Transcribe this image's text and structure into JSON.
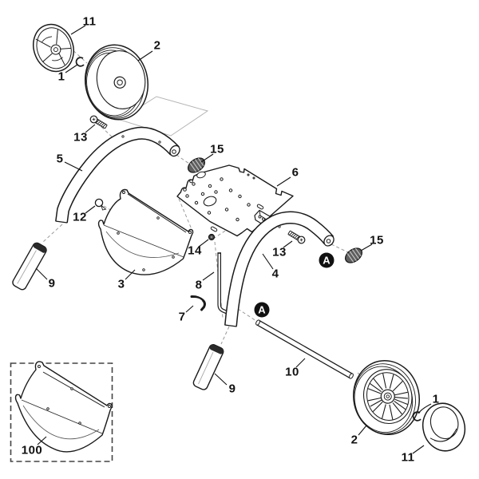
{
  "diagram": {
    "type": "exploded-parts-diagram",
    "colors": {
      "line": "#1a1a1a",
      "dashed_guide": "#9a9a9a",
      "spacer_fill": "#5f5f5f",
      "grip_band_fill": "#2a2a2a",
      "marker_bg": "#111111",
      "variant_box": "#444444",
      "background": "#ffffff"
    },
    "markers": [
      {
        "id": "marker-a-1",
        "text": "A"
      },
      {
        "id": "marker-a-2",
        "text": "A"
      }
    ],
    "callouts": [
      {
        "id": "11-top",
        "text": "11"
      },
      {
        "id": "1-top",
        "text": "1"
      },
      {
        "id": "2-top",
        "text": "2"
      },
      {
        "id": "13-top",
        "text": "13"
      },
      {
        "id": "15-top",
        "text": "15"
      },
      {
        "id": "5",
        "text": "5"
      },
      {
        "id": "6",
        "text": "6"
      },
      {
        "id": "12",
        "text": "12"
      },
      {
        "id": "14",
        "text": "14"
      },
      {
        "id": "9-left",
        "text": "9"
      },
      {
        "id": "3",
        "text": "3"
      },
      {
        "id": "8",
        "text": "8"
      },
      {
        "id": "13-right",
        "text": "13"
      },
      {
        "id": "4",
        "text": "4"
      },
      {
        "id": "15-right",
        "text": "15"
      },
      {
        "id": "7",
        "text": "7"
      },
      {
        "id": "9-bottom",
        "text": "9"
      },
      {
        "id": "10",
        "text": "10"
      },
      {
        "id": "2-bottom",
        "text": "2"
      },
      {
        "id": "1-bottom",
        "text": "1"
      },
      {
        "id": "11-bottom",
        "text": "11"
      },
      {
        "id": "100",
        "text": "100"
      }
    ]
  }
}
